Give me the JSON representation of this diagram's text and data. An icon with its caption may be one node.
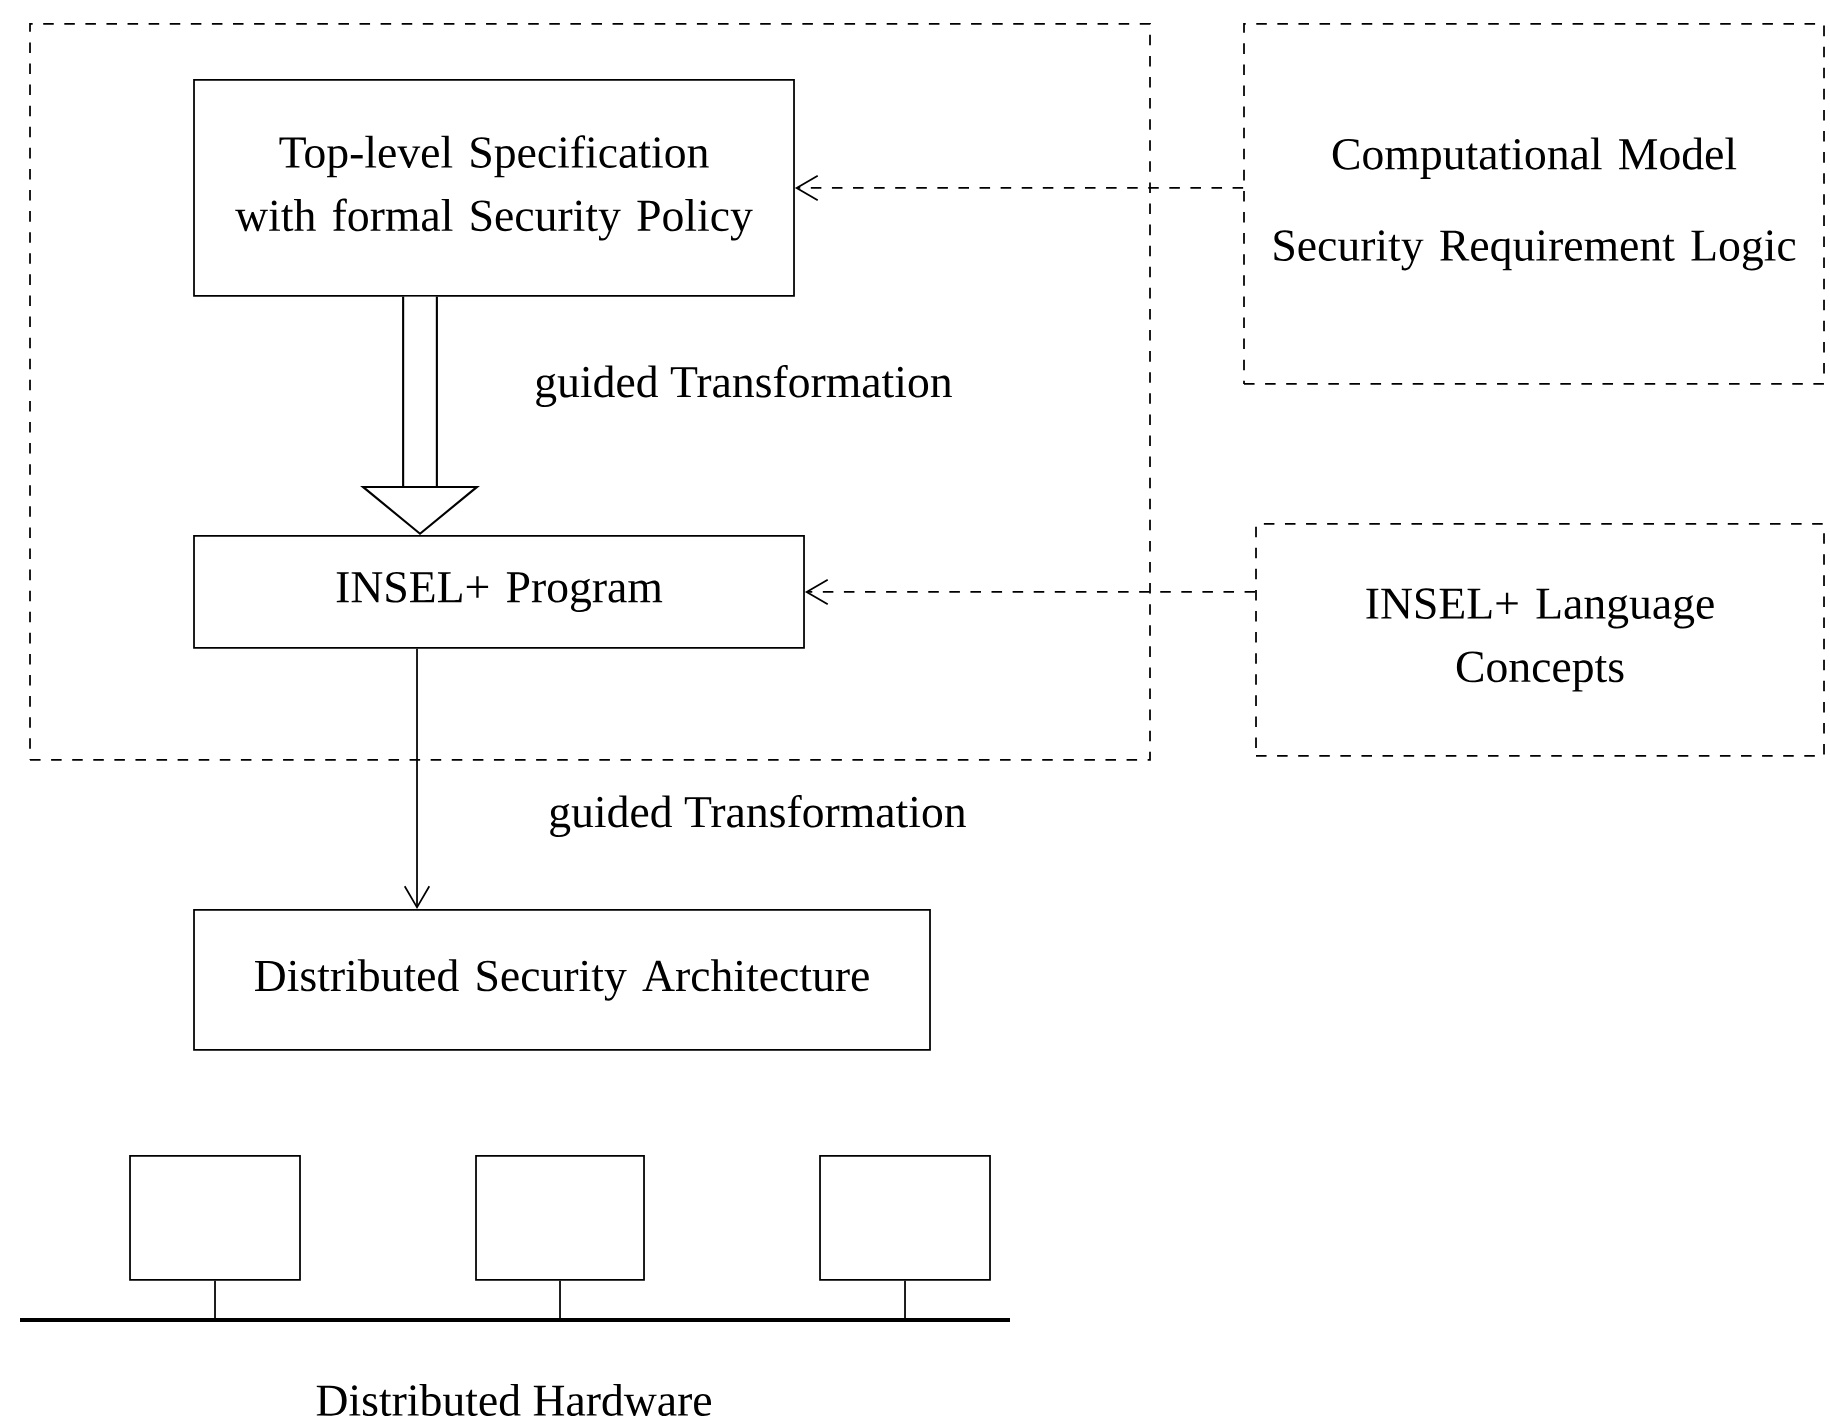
{
  "diagram": {
    "nodes": [
      {
        "text": [],
        "shape": "box"
      },
      {
        "text": [
          "Top-level Specification with formal Security Policy"
        ],
        "in": 0
      },
      {
        "text": [
          "INSEL+ Program"
        ],
        "in": 0
      },
      {
        "text": [
          "Computational Model",
          "Security Requirement Logic"
        ]
      },
      {
        "text": [
          "INSEL+ Language Concepts"
        ]
      },
      {
        "text": [
          "Distributed Security Architecture"
        ]
      },
      {
        "text": [],
        "shape": "box"
      },
      {
        "text": [],
        "shape": "box"
      },
      {
        "text": [],
        "shape": "box"
      },
      {
        "text": [],
        "shape": "bar"
      }
    ],
    "edges": [
      {
        "from": 1,
        "to": 2,
        "arrow": "to",
        "label": "guided Transformation",
        "style": "thick"
      },
      {
        "from": 2,
        "to": 5,
        "arrow": "to",
        "label": "guided Transformation"
      },
      {
        "from": 3,
        "to": 1,
        "arrow": "to",
        "style": "dashed"
      },
      {
        "from": 4,
        "to": 2,
        "arrow": "to",
        "style": "dashed"
      },
      {
        "from": 6,
        "to": 9,
        "arrow": "none"
      },
      {
        "from": 7,
        "to": 9,
        "arrow": "none"
      },
      {
        "from": 8,
        "to": 9,
        "arrow": "none"
      }
    ],
    "labels": [
      "Distributed Hardware"
    ]
  }
}
